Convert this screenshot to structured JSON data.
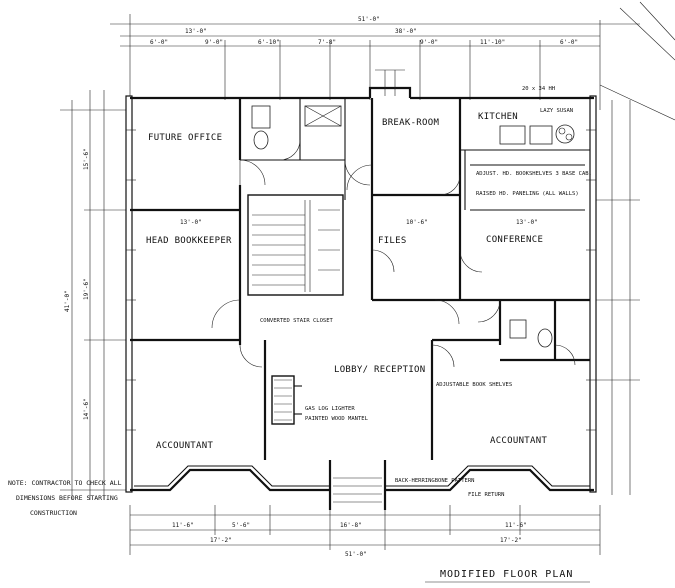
{
  "rooms": {
    "future_office": "FUTURE OFFICE",
    "break_room": "BREAK-ROOM",
    "kitchen": "KITCHEN",
    "files": "FILES",
    "conference": "CONFERENCE",
    "head_bookkeeper": "HEAD BOOKKEEPER",
    "lobby_reception": "LOBBY/ RECEPTION",
    "accountant_left": "ACCOUNTANT",
    "accountant_right": "ACCOUNTANT"
  },
  "annotations": {
    "fireplace_gas": "GAS LOG LIGHTER",
    "fireplace_mantel": "PAINTED WOOD MANTEL",
    "shelves": "ADJUSTABLE BOOK SHELVES",
    "back_pattern": "BACK-HERRINGBONE PATTERN",
    "kitchen_note1": "ADJUST. HD. BOOKSHELVES 3 BASE CAB.",
    "kitchen_note2": "RAISED HD. PANELING (ALL WALLS)",
    "closet": "CONVERTED STAIR CLOSET",
    "lazy_susan": "LAZY SUSAN",
    "file_note": "FILE RETURN"
  },
  "dimensions": {
    "overall_top": "51'-0\"",
    "second_top": "38'-0\"",
    "top_left": "13'-0\"",
    "seg_a": "6'-0\"",
    "seg_b": "9'-0\"",
    "seg_c": "6'-10\"",
    "seg_d": "7'-8\"",
    "seg_e": "9'-0\"",
    "seg_f": "11'-10\"",
    "seg_g": "6'-0\"",
    "left_a": "15'-6\"",
    "left_b": "19'-6\"",
    "left_c": "14'-6\"",
    "left_total": "41'-0\"",
    "bottom_a": "11'-6\"",
    "bottom_b": "5'-6\"",
    "bottom_c": "16'-8\"",
    "bottom_d": "11'-6\"",
    "bottom_e": "17'-2\"",
    "bottom_f": "17'-2\"",
    "bottom_total": "51'-0\"",
    "head_bk_width": "13'-0\"",
    "files_width": "10'-6\"",
    "conf_width": "13'-0\"",
    "kitchen_dim": "20 x 34 HH"
  },
  "notes": {
    "line1": "NOTE: CONTRACTOR TO CHECK ALL",
    "line2": "DIMENSIONS BEFORE STARTING",
    "line3": "CONSTRUCTION"
  },
  "title": "MODIFIED FLOOR PLAN"
}
